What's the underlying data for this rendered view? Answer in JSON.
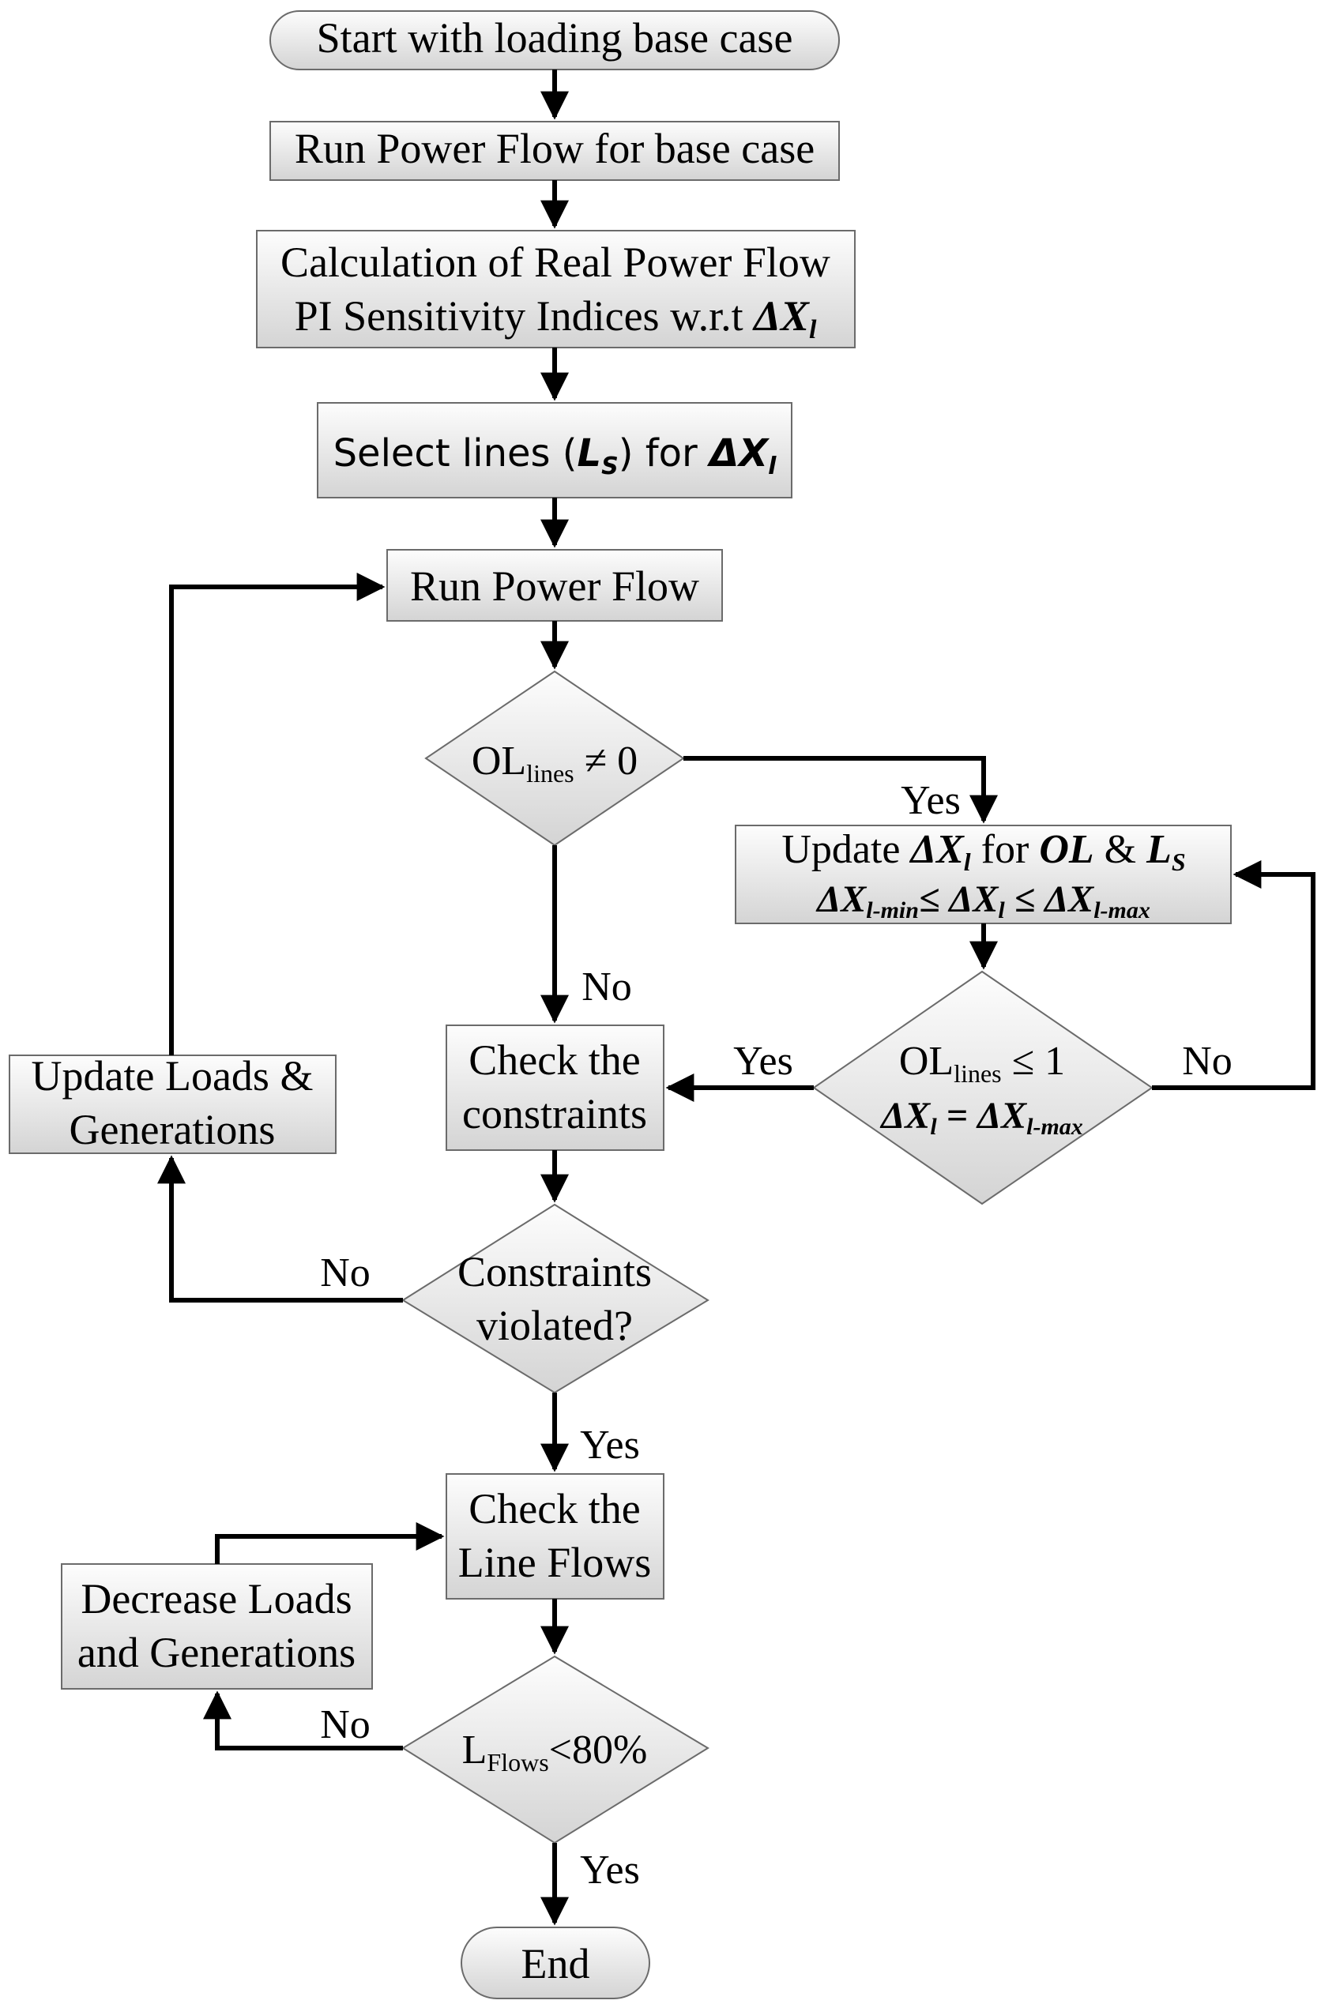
{
  "nodes": {
    "start": "Start with loading base case",
    "run_pf_base": "Run Power Flow for base case",
    "calc_line1": "Calculation of Real Power Flow",
    "calc_line2_prefix": "PI Sensitivity Indices w.r.t ",
    "calc_line2_sym": "ΔX",
    "calc_line2_sub": "l",
    "select_prefix": "Select lines (",
    "select_L": "L",
    "select_Lsub": "S",
    "select_mid": ") for ",
    "select_sym": "ΔX",
    "select_symsub": "l",
    "run_pf": "Run Power Flow",
    "d1_OL": "OL",
    "d1_sub": "lines",
    "d1_rest": " ≠ 0",
    "update_prefix": "Update  ",
    "update_sym": "ΔX",
    "update_symsub": "l",
    "update_for": "  for ",
    "update_OL": "OL",
    "update_amp": " & ",
    "update_L": "L",
    "update_Lsub": "S",
    "range_sym1": "ΔX",
    "range_sub1": "l-min",
    "range_le1": "≤ ",
    "range_sym2": "ΔX",
    "range_sub2": "l",
    "range_le2": " ≤ ",
    "range_sym3": "ΔX",
    "range_sub3": "l-max",
    "d2_OL": "OL",
    "d2_sub": "lines",
    "d2_rest": " ≤  1",
    "d2_sym1": "ΔX",
    "d2_sub1": "l",
    "d2_eq": " = ",
    "d2_sym2": "ΔX",
    "d2_sub2": "l-max",
    "check_constraints_1": "Check the",
    "check_constraints_2": "constraints",
    "update_loads_1": "Update Loads &",
    "update_loads_2": "Generations",
    "d3_line1": "Constraints",
    "d3_line2": "violated?",
    "check_flows_1": "Check the",
    "check_flows_2": "Line Flows",
    "decrease_1": "Decrease Loads",
    "decrease_2": "and Generations",
    "d4_L": "L",
    "d4_sub": "Flows",
    "d4_rest": "<80%",
    "end": "End"
  },
  "labels": {
    "yes_d1": "Yes",
    "no_d1": "No",
    "yes_d2": "Yes",
    "no_d2": "No",
    "no_d3": "No",
    "yes_d3": "Yes",
    "no_d4": "No",
    "yes_d4": "Yes"
  },
  "colors": {
    "box_top": "#fdfdfd",
    "box_bottom": "#d4d4d4",
    "border": "#6b6b6b",
    "connector": "#000000"
  }
}
